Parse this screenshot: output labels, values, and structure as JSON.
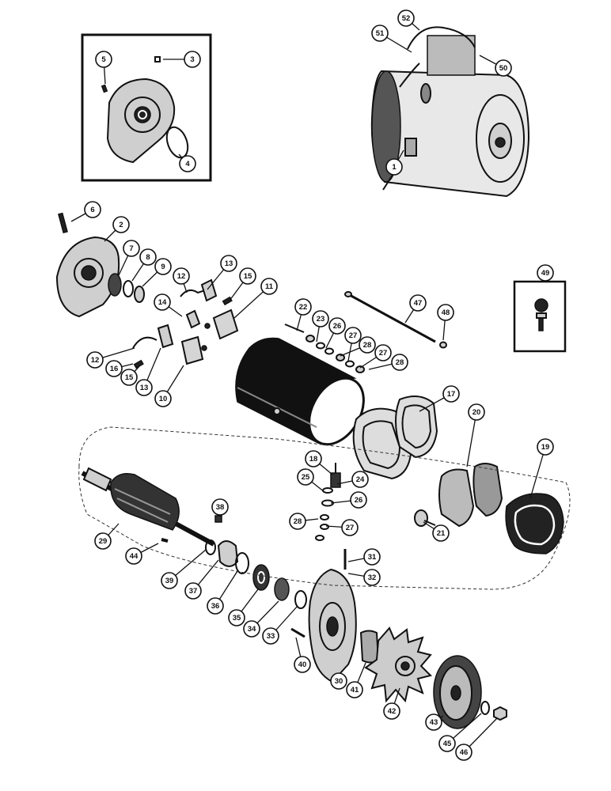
{
  "diagram": {
    "callouts": [
      {
        "id": "c1",
        "label": "1"
      },
      {
        "id": "c2",
        "label": "2"
      },
      {
        "id": "c3",
        "label": "3"
      },
      {
        "id": "c4",
        "label": "4"
      },
      {
        "id": "c5",
        "label": "5"
      },
      {
        "id": "c6",
        "label": "6"
      },
      {
        "id": "c7",
        "label": "7"
      },
      {
        "id": "c8",
        "label": "8"
      },
      {
        "id": "c9",
        "label": "9"
      },
      {
        "id": "c10",
        "label": "10"
      },
      {
        "id": "c11",
        "label": "11"
      },
      {
        "id": "c12a",
        "label": "12"
      },
      {
        "id": "c12b",
        "label": "12"
      },
      {
        "id": "c13a",
        "label": "13"
      },
      {
        "id": "c13b",
        "label": "13"
      },
      {
        "id": "c14",
        "label": "14"
      },
      {
        "id": "c15a",
        "label": "15"
      },
      {
        "id": "c15b",
        "label": "15"
      },
      {
        "id": "c16",
        "label": "16"
      },
      {
        "id": "c17",
        "label": "17"
      },
      {
        "id": "c18",
        "label": "18"
      },
      {
        "id": "c19",
        "label": "19"
      },
      {
        "id": "c20",
        "label": "20"
      },
      {
        "id": "c21",
        "label": "21"
      },
      {
        "id": "c22",
        "label": "22"
      },
      {
        "id": "c23",
        "label": "23"
      },
      {
        "id": "c24",
        "label": "24"
      },
      {
        "id": "c25",
        "label": "25"
      },
      {
        "id": "c26a",
        "label": "26"
      },
      {
        "id": "c26b",
        "label": "26"
      },
      {
        "id": "c27a",
        "label": "27"
      },
      {
        "id": "c27b",
        "label": "27"
      },
      {
        "id": "c27c",
        "label": "27"
      },
      {
        "id": "c28a",
        "label": "28"
      },
      {
        "id": "c28b",
        "label": "28"
      },
      {
        "id": "c28c",
        "label": "28"
      },
      {
        "id": "c29",
        "label": "29"
      },
      {
        "id": "c30",
        "label": "30"
      },
      {
        "id": "c31",
        "label": "31"
      },
      {
        "id": "c32",
        "label": "32"
      },
      {
        "id": "c33",
        "label": "33"
      },
      {
        "id": "c34",
        "label": "34"
      },
      {
        "id": "c35",
        "label": "35"
      },
      {
        "id": "c36",
        "label": "36"
      },
      {
        "id": "c37",
        "label": "37"
      },
      {
        "id": "c38",
        "label": "38"
      },
      {
        "id": "c39",
        "label": "39"
      },
      {
        "id": "c40",
        "label": "40"
      },
      {
        "id": "c41",
        "label": "41"
      },
      {
        "id": "c42",
        "label": "42"
      },
      {
        "id": "c43",
        "label": "43"
      },
      {
        "id": "c44",
        "label": "44"
      },
      {
        "id": "c45",
        "label": "45"
      },
      {
        "id": "c46",
        "label": "46"
      },
      {
        "id": "c47",
        "label": "47"
      },
      {
        "id": "c48",
        "label": "48"
      },
      {
        "id": "c49",
        "label": "49"
      },
      {
        "id": "c50",
        "label": "50"
      },
      {
        "id": "c51",
        "label": "51"
      },
      {
        "id": "c52",
        "label": "52"
      }
    ]
  }
}
